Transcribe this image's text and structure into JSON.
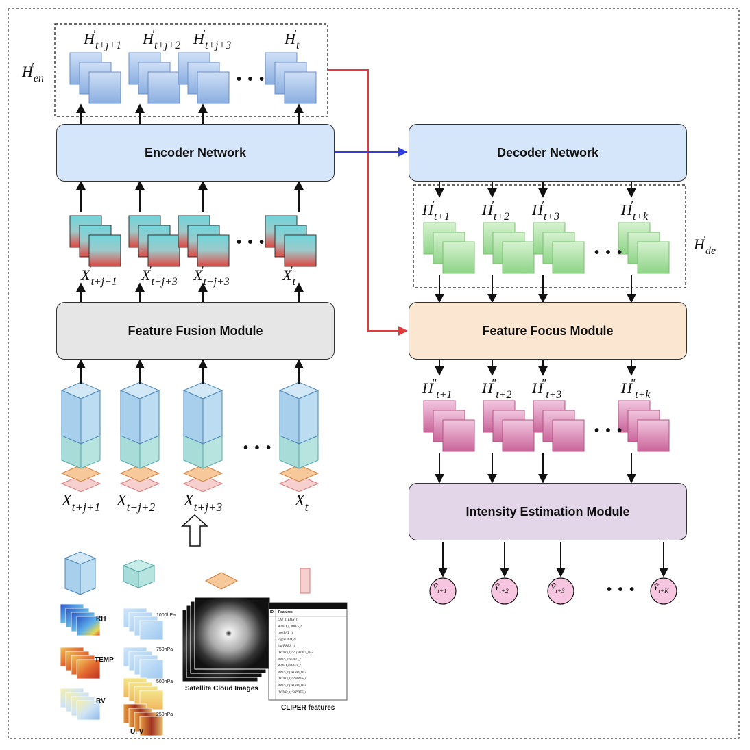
{
  "modules": {
    "encoder": "Encoder Network",
    "decoder": "Decoder Network",
    "fusion": "Feature Fusion Module",
    "focus": "Feature Focus Module",
    "intensity": "Intensity Estimation Module"
  },
  "group_labels": {
    "h_en": {
      "base": "H",
      "sub": "en",
      "sup": "′"
    },
    "h_de": {
      "base": "H",
      "sub": "de",
      "sup": "′"
    }
  },
  "encoder_outputs": [
    {
      "base": "H",
      "sub": "t+j+1",
      "sup": "′"
    },
    {
      "base": "H",
      "sub": "t+j+2",
      "sup": "′"
    },
    {
      "base": "H",
      "sub": "t+j+3",
      "sup": "′"
    },
    {
      "base": "H",
      "sub": "t",
      "sup": "′"
    }
  ],
  "fused_features": [
    {
      "base": "X",
      "sub": "t+j+1",
      "sup": "′"
    },
    {
      "base": "X",
      "sub": "t+j+3",
      "sup": "′"
    },
    {
      "base": "X",
      "sub": "t+j+3",
      "sup": "′"
    },
    {
      "base": "X",
      "sub": "t",
      "sup": "′"
    }
  ],
  "inputs": [
    {
      "base": "X",
      "sub": "t+j+1"
    },
    {
      "base": "X",
      "sub": "t+j+2"
    },
    {
      "base": "X",
      "sub": "t+j+3"
    },
    {
      "base": "X",
      "sub": "t"
    }
  ],
  "decoder_outputs": [
    {
      "base": "H",
      "sub": "t+1",
      "sup": "′"
    },
    {
      "base": "H",
      "sub": "t+2",
      "sup": "′"
    },
    {
      "base": "H",
      "sub": "t+3",
      "sup": "′"
    },
    {
      "base": "H",
      "sub": "t+k",
      "sup": "′"
    }
  ],
  "focus_outputs": [
    {
      "base": "H",
      "sub": "t+1",
      "sup": "″"
    },
    {
      "base": "H",
      "sub": "t+2",
      "sup": "″"
    },
    {
      "base": "H",
      "sub": "t+3",
      "sup": "″"
    },
    {
      "base": "H",
      "sub": "t+k",
      "sup": "″"
    }
  ],
  "predictions": [
    {
      "base": "Ŷ",
      "sub": "t+1"
    },
    {
      "base": "Ŷ",
      "sub": "t+2"
    },
    {
      "base": "Ŷ",
      "sub": "t+3"
    },
    {
      "base": "Ŷ",
      "sub": "t+K"
    }
  ],
  "ellipsis": "• • •",
  "data_sources": {
    "rh": "RH",
    "temp": "TEMP",
    "rv": "RV",
    "levels": [
      "1000hPa",
      "750hPa",
      "500hPa",
      "250hPa"
    ],
    "uv": "U, V",
    "satellite": "Satellite Cloud Images",
    "cliper": "CLIPER features",
    "cliper_header": "Features",
    "cliper_id_col": "ID",
    "cliper_rows": [
      "LAT_t, LON_t",
      "WIND_t, PRES_t",
      "cos(LAT_t)",
      "log(WIND_t)",
      "log(PRES_t)",
      "(WIND_t)^2, (WIND_t)^3",
      "PRES_t/WIND_t",
      "WIND_t/PRES_t",
      "PRES_t/(WIND_t)^2",
      "(WIND_t)^2/PRES_t",
      "PRES_t/(WIND_t)^3",
      "(WIND_t)^3/PRES_t"
    ]
  },
  "colors": {
    "encoder_fill": "#d6e6fa",
    "decoder_fill": "#d6e6fa",
    "fusion_fill": "#e6e6e6",
    "focus_fill": "#fbe6d2",
    "intensity_fill": "#e2d6e8",
    "blue_stack": "#9ebbe4",
    "green_stack": "#9fd89a",
    "pink_stack": "#cf6fa0",
    "prediction_fill": "#f6c6e0",
    "red_arrow": "#e03b3b",
    "blue_arrow": "#2f3fe0"
  }
}
